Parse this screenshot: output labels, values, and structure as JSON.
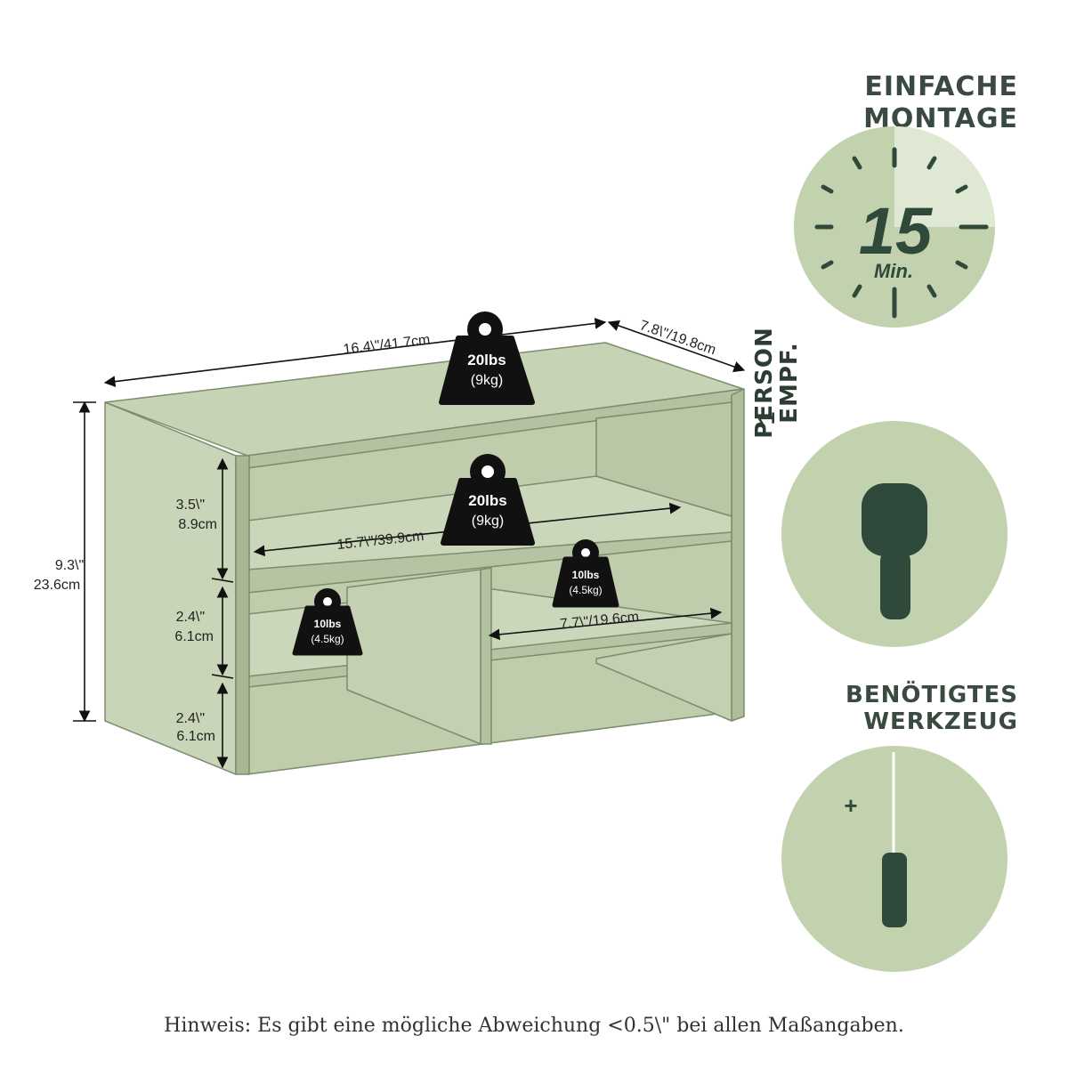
{
  "assembly": {
    "heading_line1": "EINFACHE",
    "heading_line2": "MONTAGE",
    "minutes": "15",
    "unit": "Min."
  },
  "person": {
    "count": "1",
    "line1": "PERSON",
    "line2": "EMPF."
  },
  "tools": {
    "heading_line1": "BENÖTIGTES",
    "heading_line2": "WERKZEUG",
    "plus": "+"
  },
  "dimensions": {
    "width": "16.4\\\"/41.7cm",
    "depth": "7.8\\\"/19.8cm",
    "height_in": "9.3\\\"",
    "height_cm": "23.6cm",
    "top_gap_in": "3.5\\\"",
    "top_gap_cm": "8.9cm",
    "mid_gap_in": "2.4\\\"",
    "mid_gap_cm": "6.1cm",
    "base_gap_in": "2.4\\\"",
    "base_gap_cm": "6.1cm",
    "inner_width": "15.7\\\"/39.9cm",
    "cubby_width": "7.7\\\"/19.6cm"
  },
  "loads": {
    "top_lbs": "20lbs",
    "top_kg": "(9kg)",
    "shelf_lbs": "20lbs",
    "shelf_kg": "(9kg)",
    "left_lbs": "10lbs",
    "left_kg": "(4.5kg)",
    "right_lbs": "10lbs",
    "right_kg": "(4.5kg)"
  },
  "note": "Hinweis: Es gibt eine mögliche Abweichung <0.5\\\" bei allen Maßangaben.",
  "colors": {
    "board": "#c6d3b4",
    "board_edge": "#9eae8c",
    "circle": "#c3d2ae",
    "dark": "#2f4a3a",
    "weight": "#111111"
  }
}
